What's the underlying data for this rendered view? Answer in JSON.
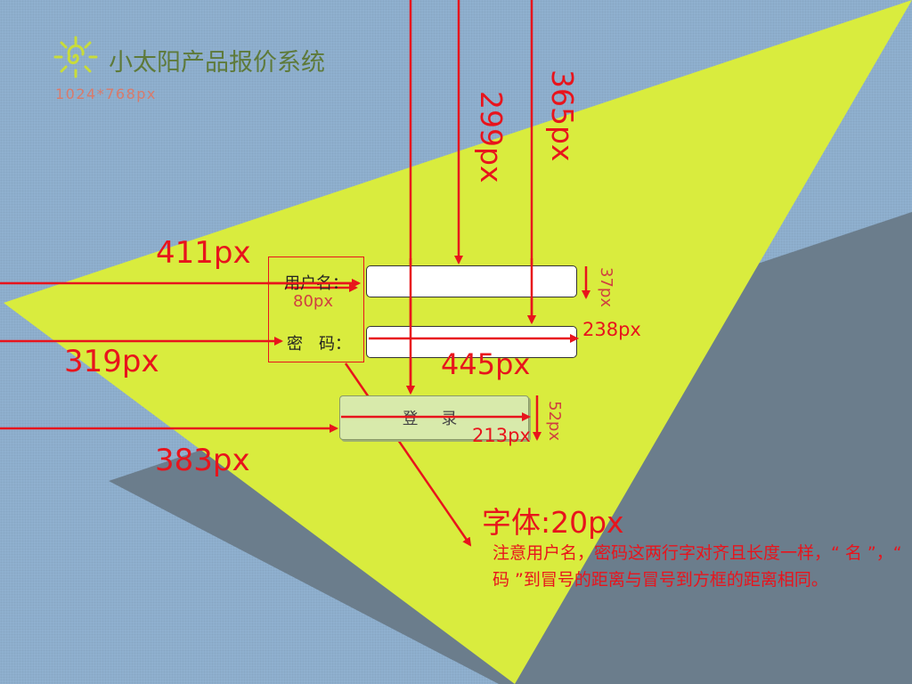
{
  "app": {
    "title": "小太阳产品报价系统",
    "resolution": "1024*768px"
  },
  "login_form": {
    "username_label": "用户名：",
    "password_label": "密　码：",
    "username_value": "",
    "password_value": "",
    "login_button_label": "登 录"
  },
  "annotations": {
    "d411": "411px",
    "d319": "319px",
    "d383": "383px",
    "d299": "299px",
    "d365": "365px",
    "d37": "37px",
    "d80": "80px",
    "d238": "238px",
    "d445": "445px",
    "d52": "52px",
    "d213": "213px",
    "font_size": "字体:20px",
    "note": "注意用户名，密码这两行字对齐且长度一样，“ 名 ”，“ 码 ”到冒号的距离与冒号到方框的距离相同。"
  },
  "colors": {
    "background": "#8fb0cf",
    "triangle_yellow": "#d9ec3e",
    "shadow_gray": "#6b7d8c",
    "annotation_red": "#e8141c",
    "logo_green": "#5e7a3a",
    "button_green": "#d8eaab"
  },
  "icons": {
    "logo": "sun-icon"
  }
}
